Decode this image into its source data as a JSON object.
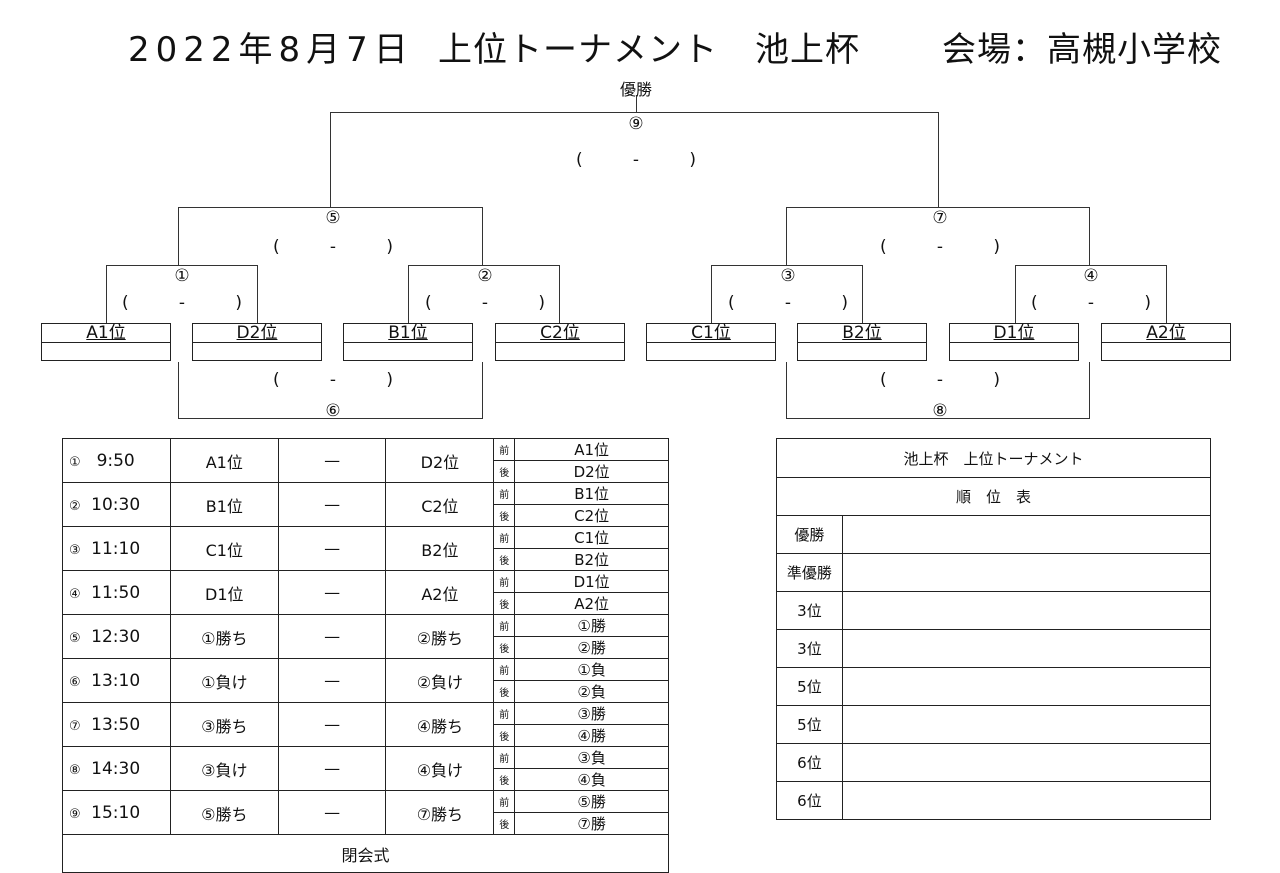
{
  "header": {
    "date": "2022年8月7日",
    "tournament": "上位トーナメント",
    "cup": "池上杯",
    "venue": "会場：高槻小学校"
  },
  "bracket": {
    "champion_label": "優勝",
    "matches": [
      "①",
      "②",
      "③",
      "④",
      "⑤",
      "⑥",
      "⑦",
      "⑧",
      "⑨"
    ],
    "score": {
      "open": "(",
      "dash": "-",
      "close": ")"
    },
    "teams": [
      "A1位",
      "D2位",
      "B1位",
      "C2位",
      "C1位",
      "B2位",
      "D1位",
      "A2位"
    ]
  },
  "schedule": {
    "rows": [
      {
        "no": "①",
        "time": "9:50",
        "home": "A1位",
        "dash": "—",
        "away": "D2位",
        "f_label": "前",
        "f": "A1位",
        "b_label": "後",
        "b": "D2位"
      },
      {
        "no": "②",
        "time": "10:30",
        "home": "B1位",
        "dash": "—",
        "away": "C2位",
        "f_label": "前",
        "f": "B1位",
        "b_label": "後",
        "b": "C2位"
      },
      {
        "no": "③",
        "time": "11:10",
        "home": "C1位",
        "dash": "—",
        "away": "B2位",
        "f_label": "前",
        "f": "C1位",
        "b_label": "後",
        "b": "B2位"
      },
      {
        "no": "④",
        "time": "11:50",
        "home": "D1位",
        "dash": "—",
        "away": "A2位",
        "f_label": "前",
        "f": "D1位",
        "b_label": "後",
        "b": "A2位"
      },
      {
        "no": "⑤",
        "time": "12:30",
        "home": "①勝ち",
        "dash": "—",
        "away": "②勝ち",
        "f_label": "前",
        "f": "①勝",
        "b_label": "後",
        "b": "②勝"
      },
      {
        "no": "⑥",
        "time": "13:10",
        "home": "①負け",
        "dash": "—",
        "away": "②負け",
        "f_label": "前",
        "f": "①負",
        "b_label": "後",
        "b": "②負"
      },
      {
        "no": "⑦",
        "time": "13:50",
        "home": "③勝ち",
        "dash": "—",
        "away": "④勝ち",
        "f_label": "前",
        "f": "③勝",
        "b_label": "後",
        "b": "④勝"
      },
      {
        "no": "⑧",
        "time": "14:30",
        "home": "③負け",
        "dash": "—",
        "away": "④負け",
        "f_label": "前",
        "f": "③負",
        "b_label": "後",
        "b": "④負"
      },
      {
        "no": "⑨",
        "time": "15:10",
        "home": "⑤勝ち",
        "dash": "—",
        "away": "⑦勝ち",
        "f_label": "前",
        "f": "⑤勝",
        "b_label": "後",
        "b": "⑦勝"
      }
    ],
    "closing": "閉会式"
  },
  "ranking": {
    "title": "池上杯　上位トーナメント",
    "subtitle": "順　位　表",
    "places": [
      "優勝",
      "準優勝",
      "3位",
      "3位",
      "5位",
      "5位",
      "6位",
      "6位"
    ]
  }
}
